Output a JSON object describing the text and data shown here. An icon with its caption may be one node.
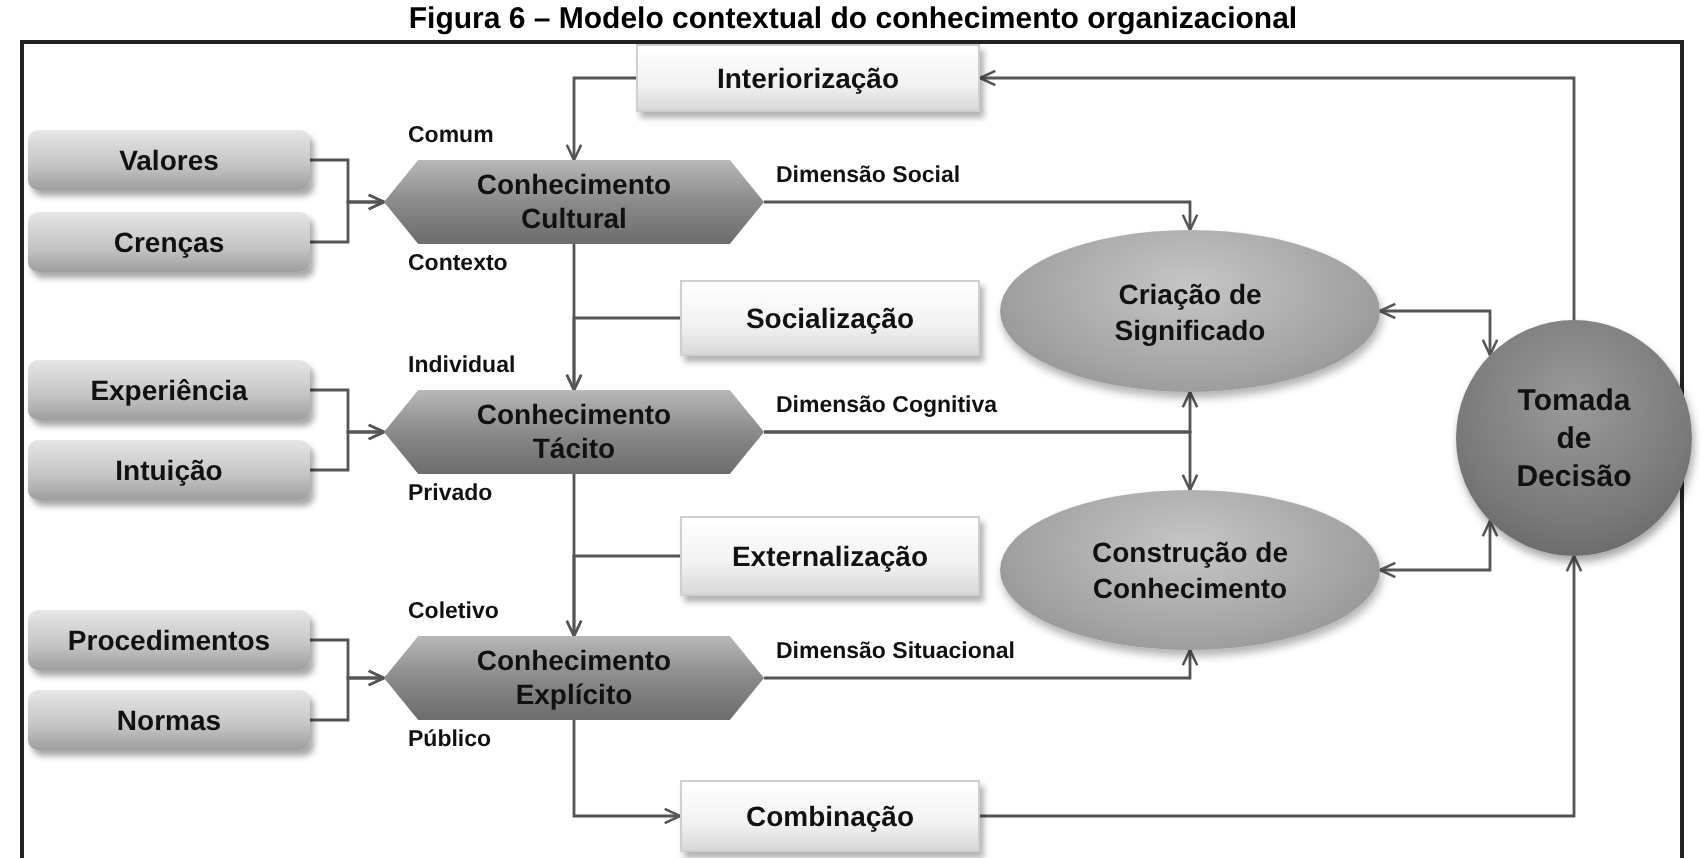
{
  "diagram": {
    "title": "Figura 6 – Modelo contextual do conhecimento organizacional",
    "nodes": [
      {
        "text": [
          "Interiorização"
        ]
      },
      {
        "text": [
          "Valores"
        ]
      },
      {
        "text": [
          "Crenças"
        ]
      },
      {
        "text": [
          "Conhecimento Cultural"
        ],
        "beside": [
          "Comum",
          "Contexto"
        ]
      },
      {
        "text": [
          "Socialização"
        ]
      },
      {
        "text": [
          "Experiência"
        ]
      },
      {
        "text": [
          "Intuição"
        ]
      },
      {
        "text": [
          "Conhecimento Tácito"
        ],
        "beside": [
          "Individual",
          "Privado"
        ]
      },
      {
        "text": [
          "Externalização"
        ]
      },
      {
        "text": [
          "Procedimentos"
        ]
      },
      {
        "text": [
          "Normas"
        ]
      },
      {
        "text": [
          "Conhecimento Explícito"
        ],
        "beside": [
          "Coletivo",
          "Público"
        ]
      },
      {
        "text": [
          "Combinação"
        ]
      },
      {
        "text": [
          "Criação de Significado"
        ]
      },
      {
        "text": [
          "Construção de Conhecimento"
        ]
      },
      {
        "text": [
          "Tomada de Decisão"
        ]
      }
    ],
    "edges": [
      {
        "from": 1,
        "to": 3,
        "arrow": "to"
      },
      {
        "from": 2,
        "to": 3,
        "arrow": "to"
      },
      {
        "from": 5,
        "to": 7,
        "arrow": "to"
      },
      {
        "from": 6,
        "to": 7,
        "arrow": "to"
      },
      {
        "from": 9,
        "to": 11,
        "arrow": "to"
      },
      {
        "from": 10,
        "to": 11,
        "arrow": "to"
      },
      {
        "from": 0,
        "to": 3,
        "arrow": "to"
      },
      {
        "from": 15,
        "to": 0,
        "arrow": "to"
      },
      {
        "from": 3,
        "to": 7,
        "arrow": "to"
      },
      {
        "from": 4,
        "to": 7,
        "arrow": "to"
      },
      {
        "from": 7,
        "to": 11,
        "arrow": "to"
      },
      {
        "from": 8,
        "to": 11,
        "arrow": "to"
      },
      {
        "from": 11,
        "to": 12,
        "arrow": "to"
      },
      {
        "from": 12,
        "to": 15,
        "arrow": "to"
      },
      {
        "from": 3,
        "to": 13,
        "arrow": "to",
        "label": "Dimensão Social"
      },
      {
        "from": 7,
        "to": 13,
        "arrow": "to",
        "label": "Dimensão Cognitiva"
      },
      {
        "from": 7,
        "to": 14,
        "arrow": "to"
      },
      {
        "from": 11,
        "to": 14,
        "arrow": "to",
        "label": "Dimensão Situacional"
      },
      {
        "from": 13,
        "to": 15,
        "arrow": "both"
      },
      {
        "from": 14,
        "to": 15,
        "arrow": "both"
      }
    ]
  }
}
